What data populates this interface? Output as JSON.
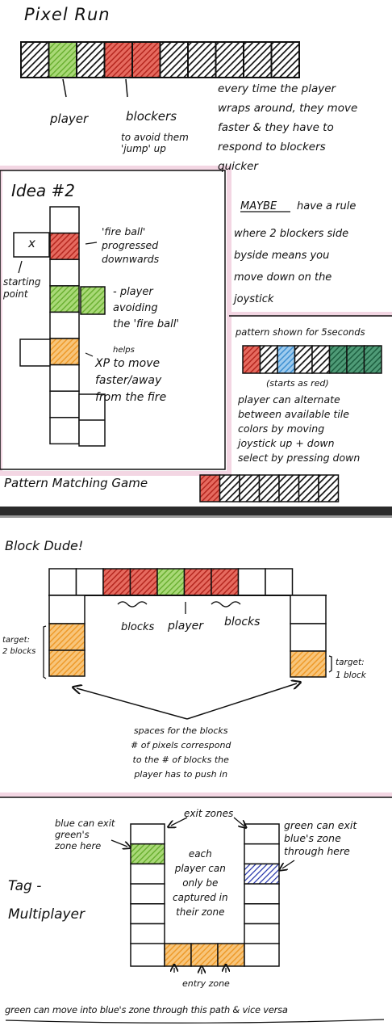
{
  "colors": {
    "red": "#c8332b",
    "green": "#7dc242",
    "orange": "#f3a43c",
    "blue": "#3d8fd1",
    "navy": "#1f2fa8",
    "teal": "#2a7d57",
    "pink": "#f3d6e3",
    "divider": "#2b2b2b"
  },
  "pixel_run": {
    "title": "Pixel Run",
    "strip": [
      "x",
      "green",
      "x",
      "red",
      "red",
      "x",
      "x",
      "x",
      "x",
      "x"
    ],
    "label_player": "player",
    "label_blockers": "blockers",
    "blockers_note": "to avoid them\n'jump' up",
    "wrap_note": "every time the player\nwraps around, they move\nfaster & they have to\nrespond to blockers\nquicker",
    "maybe_word": "MAYBE",
    "maybe_note": "have a rule",
    "rule_note": "where 2 blockers side\nbyside means you\nmove down on the\njoystick"
  },
  "idea2": {
    "title": "Idea #2",
    "column": [
      "empty",
      "red",
      "empty",
      "green",
      "empty",
      "orange",
      "empty",
      "empty",
      "empty"
    ],
    "start_mark": "x",
    "label_starting": "starting\npoint",
    "label_fireball": "'fire ball'\nprogressed\ndownwards",
    "label_player": "- player\navoiding\nthe 'fire ball'",
    "label_helps": "helps",
    "label_xp": "XP to move\nfaster/away\nfrom the fire"
  },
  "pattern": {
    "header": "pattern shown for 5seconds",
    "strip": [
      "red",
      "x",
      "blue",
      "x",
      "x",
      "teal",
      "teal",
      "teal"
    ],
    "starts_red": "(starts as red)",
    "body": "player can alternate\nbetween available tile\ncolors by moving\njoystick up + down\nselect by pressing down",
    "title": "Pattern Matching Game",
    "bottom_strip": [
      "red",
      "x",
      "x",
      "x",
      "x",
      "x",
      "x"
    ]
  },
  "block_dude": {
    "title": "Block Dude!",
    "top_row": [
      "empty",
      "empty",
      "red",
      "red",
      "green",
      "red",
      "red",
      "empty",
      "empty"
    ],
    "label_blocks_left": "blocks",
    "label_player": "player",
    "label_blocks_right": "blocks",
    "label_target_left": "target:\n2 blocks",
    "label_target_right": "target:\n1 block",
    "spaces_note": "spaces for the blocks\n# of pixels correspond\nto the # of blocks the\nplayer has to push in"
  },
  "tag": {
    "title": "Tag -\nMultiplayer",
    "label_exit_zones": "exit zones",
    "label_blue_exit": "blue can exit\ngreen's\nzone here",
    "label_green_exit": "green can exit\nblue's zone\nthrough here",
    "label_center": "each\nplayer can\nonly be\ncaptured in\ntheir zone",
    "label_entry": "entry zone",
    "bottom_note": "green can move into blue's zone through this path & vice versa"
  }
}
